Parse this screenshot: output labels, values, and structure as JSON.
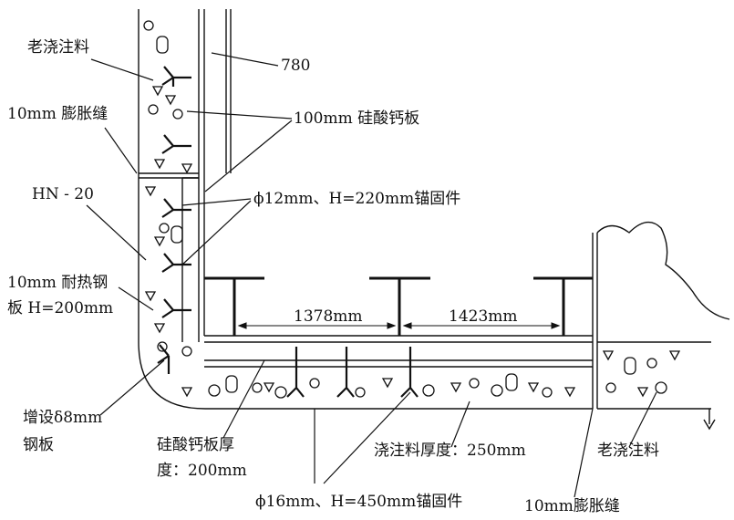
{
  "labels": {
    "old_castable_top": "老浇注料",
    "dim_780": "780",
    "expansion_joint_wall": "10mm 膨胀缝",
    "calcium_silicate_board_100": "100mm 硅酸钙板",
    "hn20": "HN - 20",
    "anchor_12": "ϕ12mm、H=220mm锚固件",
    "heat_resistant_plate_line1": "10mm 耐热钢",
    "heat_resistant_plate_line2": "板 H=200mm",
    "span_1378": "1378mm",
    "span_1423": "1423mm",
    "added_plate_line1": "增设δ8mm",
    "added_plate_line2": "钢板",
    "board_thickness_line1": "硅酸钙板厚",
    "board_thickness_line2": "度：200mm",
    "castable_thickness": "浇注料厚度：250mm",
    "old_castable_right": "老浇注料",
    "anchor_16": "ϕ16mm、H=450mm锚固件",
    "expansion_joint_floor": "10mm膨胀缝"
  },
  "colors": {
    "ink": "#111111",
    "background": "#ffffff"
  }
}
